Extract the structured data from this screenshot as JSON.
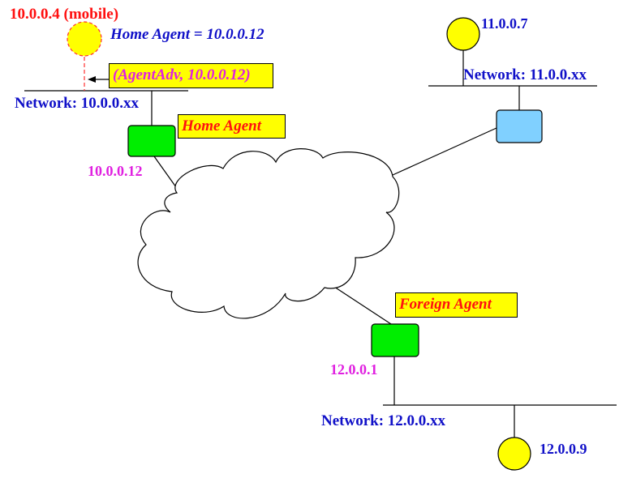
{
  "colors": {
    "background": "#ffffff",
    "line": "#000000",
    "host_fill": "#ffff00",
    "router_green": "#00ee00",
    "router_blue": "#80d0ff",
    "network_label": "#1010c8",
    "address_label": "#e020e0",
    "agent_label": "#ff1010",
    "advert_dashed": "#ff3030"
  },
  "labels": {
    "mobile_host": "10.0.0.4 (mobile)",
    "home_agent_address": "Home Agent = 10.0.0.12",
    "agent_adv": "(AgentAdv, 10.0.0.12)",
    "network_10": "Network: 10.0.0.xx",
    "home_agent": "Home Agent",
    "ha_router_ip": "10.0.0.12",
    "host_11": "11.0.0.7",
    "network_11": "Network: 11.0.0.xx",
    "foreign_agent": "Foreign Agent",
    "fa_router_ip": "12.0.0.1",
    "network_12": "Network: 12.0.0.xx",
    "host_12": "12.0.0.9"
  },
  "icons": {
    "hosts": [
      "host-circle-icon"
    ],
    "routers": [
      "router-box-icon"
    ],
    "internet": "cloud-icon",
    "arrow": "arrow-left-icon"
  }
}
